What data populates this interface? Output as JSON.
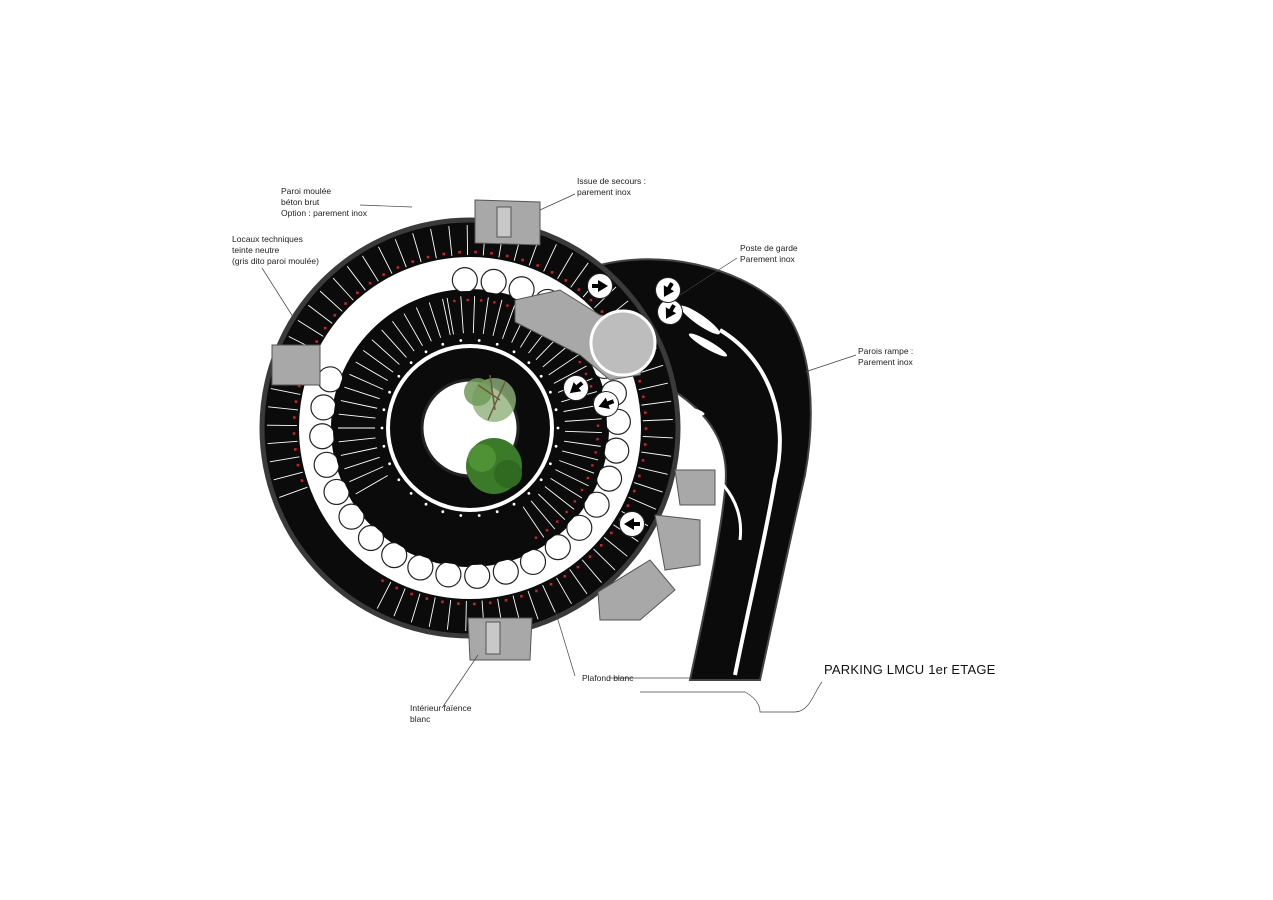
{
  "title": "PARKING LMCU 1er ETAGE",
  "annotations": {
    "paroi": [
      "Paroi moulée",
      "béton brut",
      "Option : parement inox"
    ],
    "issue": [
      "Issue de secours :",
      "parement inox"
    ],
    "locaux": [
      "Locaux techniques",
      "teinte neutre",
      "(gris dito paroi moulée)"
    ],
    "poste": [
      "Poste de garde",
      "Parement inox"
    ],
    "parois_rampe": [
      "Parois rampe :",
      "Parement inox"
    ],
    "plafond": [
      "Plafond blanc"
    ],
    "interieur": [
      "Intérieur faïence",
      "blanc"
    ]
  },
  "colors": {
    "asphalt": "#0b0b0b",
    "gray_room": "#a8a8a8",
    "wall": "#3a3a3a",
    "white": "#ffffff",
    "stall_number": "#c0262b",
    "tree_dark": "#3a7a28",
    "tree_light": "#8fb07a"
  },
  "icons": [
    "arrow-icon",
    "tree-icon",
    "stair-icon"
  ]
}
